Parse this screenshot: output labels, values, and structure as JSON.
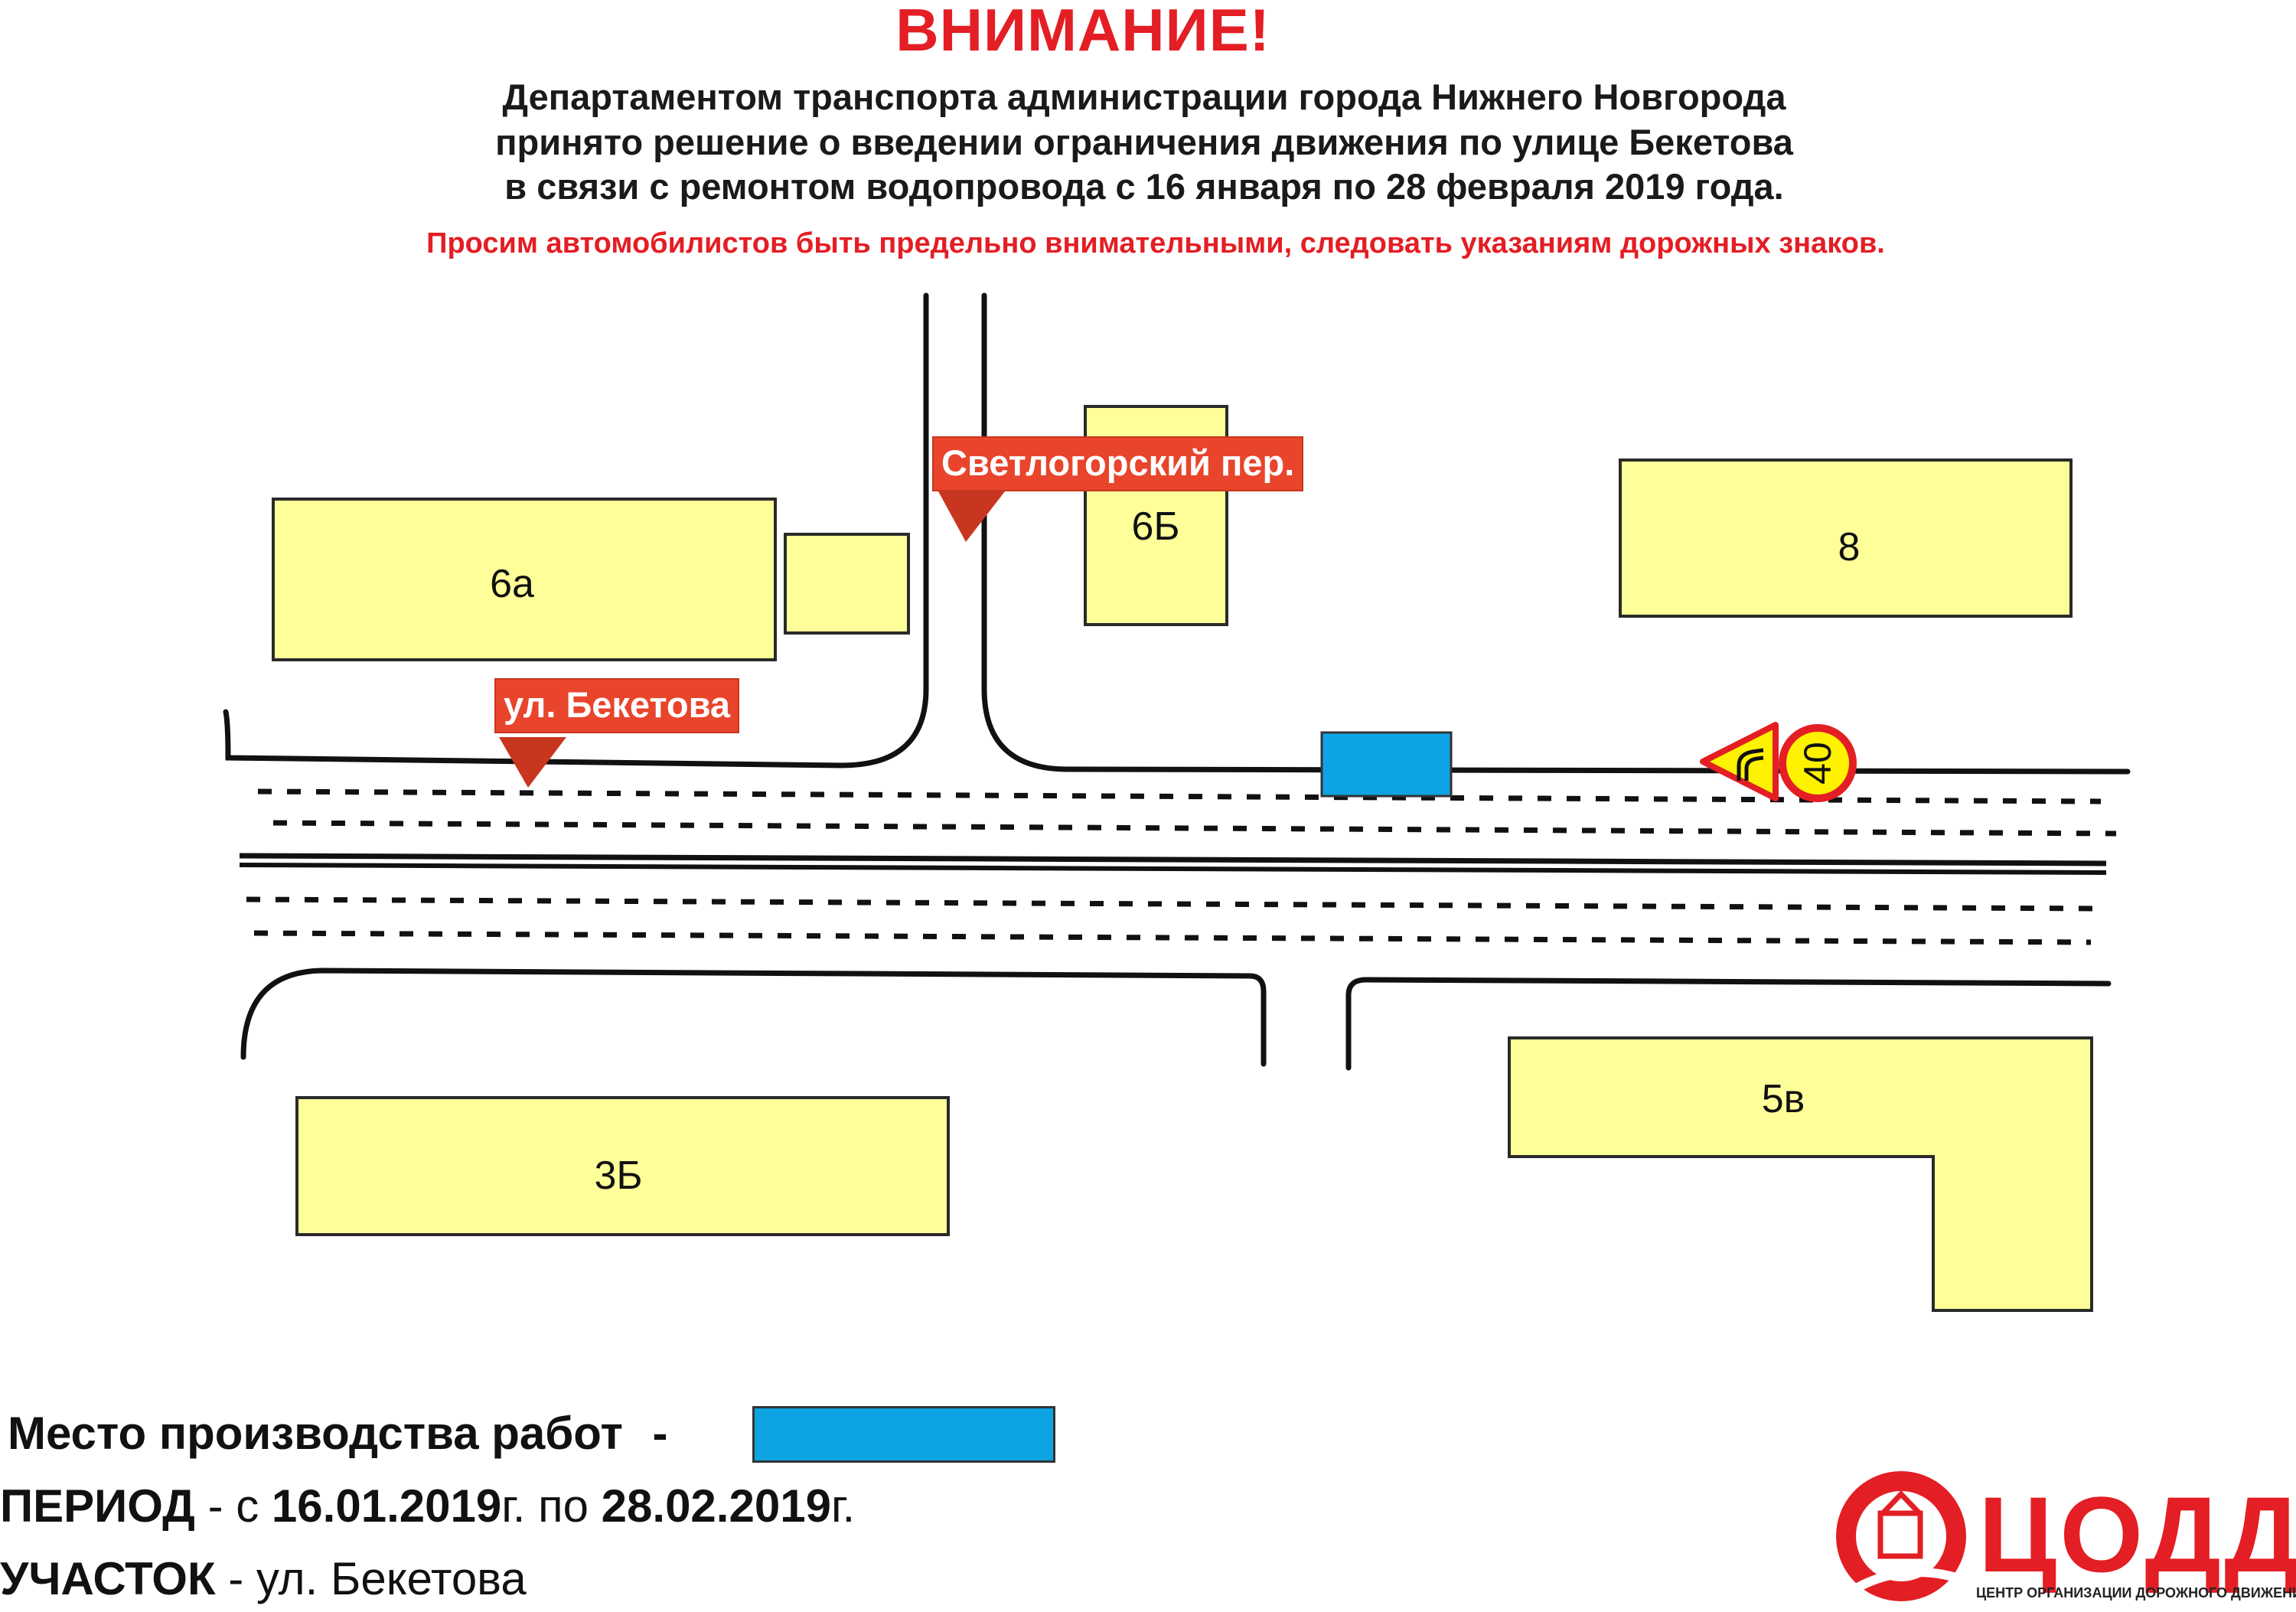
{
  "header": {
    "title": "ВНИМАНИЕ!",
    "lines": [
      "Департаментом транспорта администрации города Нижнего Новгорода",
      "принято решение о введении ограничения движения по улице Бекетова",
      "в связи с ремонтом водопровода с 16 января по 28 февраля 2019 года."
    ],
    "notice": "Просим автомобилистов быть предельно внимательными, следовать указаниям дорожных знаков."
  },
  "map": {
    "street_labels": {
      "svetlogorsky": "Светлогорский пер.",
      "beketova": "ул. Бекетова"
    },
    "buildings": {
      "b6a": "6а",
      "b6b": "6Б",
      "b8": "8",
      "b3b": "3Б",
      "b5v": "5в"
    },
    "speed_limit": "40",
    "colors": {
      "building_fill": "#ffff99",
      "work_zone": "#0ea4e4",
      "street_label": "#e8452c",
      "accent": "#e31e24",
      "sign_yellow": "#fff200"
    }
  },
  "legend": {
    "work_label": "Место производства работ",
    "work_dash": "-",
    "period_label": "ПЕРИОД",
    "period_sep": "- с",
    "period_from": "16.01.2019",
    "period_from_suffix": "г. по",
    "period_to": "28.02.2019",
    "period_to_suffix": "г.",
    "section_label": "УЧАСТОК",
    "section_value": "- ул. Бекетова"
  },
  "logo": {
    "name": "ЦОДД",
    "subtitle": "ЦЕНТР ОРГАНИЗАЦИИ ДОРОЖНОГО ДВИЖЕНИЯ"
  }
}
